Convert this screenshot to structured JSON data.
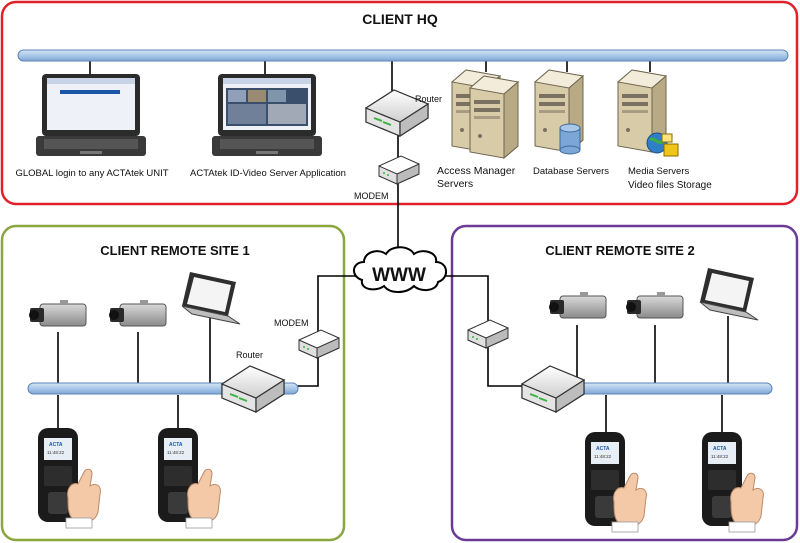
{
  "regions": {
    "hq": {
      "title": "CLIENT HQ",
      "color": "#e0202a"
    },
    "site1": {
      "title": "CLIENT REMOTE SITE 1",
      "color": "#8aa63f"
    },
    "site2": {
      "title": "CLIENT REMOTE SITE 2",
      "color": "#6a3a94"
    }
  },
  "hq": {
    "laptop1_label": "GLOBAL login to any ACTAtek UNIT",
    "laptop2_label": "ACTAtek ID-Video Server Application",
    "router_label": "Router",
    "modem_label": "MODEM",
    "access_label_1": "Access Manager",
    "access_label_2": "Servers",
    "database_label": "Database Servers",
    "media_label_1": "Media Servers",
    "media_label_2": "Video files Storage"
  },
  "internet": {
    "label": "WWW"
  },
  "site1": {
    "modem_label": "MODEM",
    "router_label": "Router"
  },
  "device": {
    "brand": "ACTA",
    "time": "11:48:22"
  },
  "colors": {
    "bus": "#a9c7e8",
    "bus_stroke": "#5b85b8",
    "wire": "#000000"
  },
  "icons": [
    "laptop-icon",
    "router-icon",
    "modem-icon",
    "server-tower-icon",
    "database-icon",
    "cloud-icon",
    "camera-icon",
    "fingerprint-terminal-icon",
    "hand-icon"
  ]
}
